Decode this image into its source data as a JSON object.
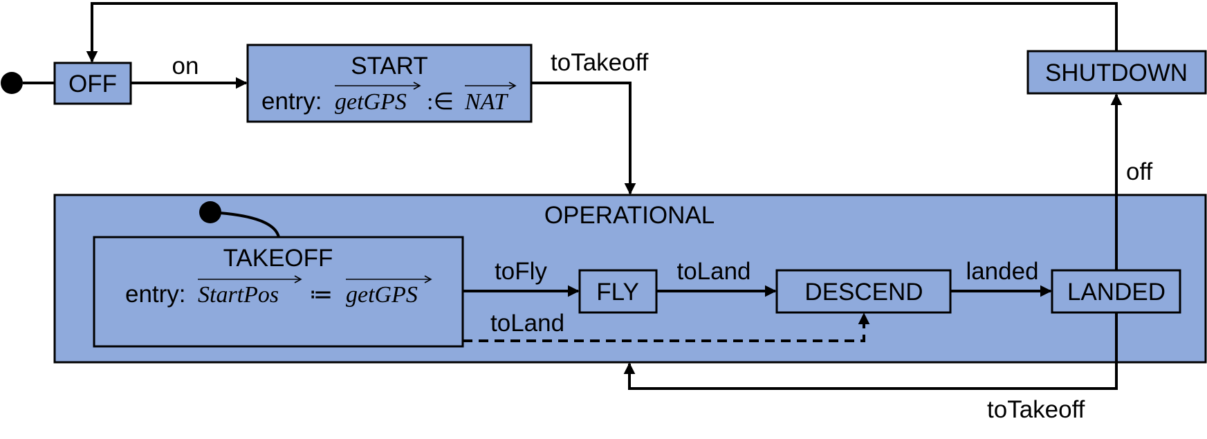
{
  "states": {
    "off": "OFF",
    "start": "START",
    "shutdown": "SHUTDOWN",
    "operational": "OPERATIONAL",
    "takeoff": "TAKEOFF",
    "fly": "FLY",
    "descend": "DESCEND",
    "landed": "LANDED"
  },
  "entries": {
    "start": {
      "prefix": "entry:",
      "lhs": "getGPS",
      "op": ":∈",
      "rhs": "NAT"
    },
    "takeoff": {
      "prefix": "entry:",
      "lhs": "StartPos",
      "op": "≔",
      "rhs": "getGPS"
    }
  },
  "transitions": {
    "on": "on",
    "to_takeoff_top": "toTakeoff",
    "off": "off",
    "to_fly": "toFly",
    "to_land": "toLand",
    "landed": "landed",
    "to_land_dashed": "toLand",
    "to_takeoff_bottom": "toTakeoff"
  }
}
